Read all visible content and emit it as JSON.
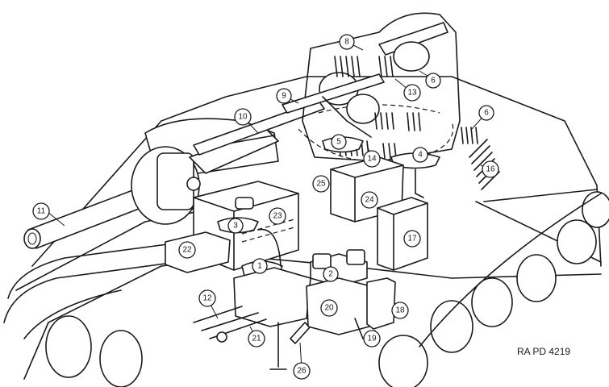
{
  "figure": {
    "caption": "RA PD 4219"
  },
  "callouts": [
    {
      "id": "c1",
      "label": "1"
    },
    {
      "id": "c2",
      "label": "2"
    },
    {
      "id": "c3",
      "label": "3"
    },
    {
      "id": "c4",
      "label": "4"
    },
    {
      "id": "c5",
      "label": "5"
    },
    {
      "id": "c6a",
      "label": "6"
    },
    {
      "id": "c6b",
      "label": "6"
    },
    {
      "id": "c8",
      "label": "8"
    },
    {
      "id": "c9",
      "label": "9"
    },
    {
      "id": "c10",
      "label": "10"
    },
    {
      "id": "c11",
      "label": "11"
    },
    {
      "id": "c12",
      "label": "12"
    },
    {
      "id": "c13",
      "label": "13"
    },
    {
      "id": "c14",
      "label": "14"
    },
    {
      "id": "c16",
      "label": "16"
    },
    {
      "id": "c17",
      "label": "17"
    },
    {
      "id": "c18",
      "label": "18"
    },
    {
      "id": "c19",
      "label": "19"
    },
    {
      "id": "c20",
      "label": "20"
    },
    {
      "id": "c21",
      "label": "21"
    },
    {
      "id": "c22",
      "label": "22"
    },
    {
      "id": "c23",
      "label": "23"
    },
    {
      "id": "c24",
      "label": "24"
    },
    {
      "id": "c25",
      "label": "25"
    },
    {
      "id": "c26",
      "label": "26"
    }
  ]
}
